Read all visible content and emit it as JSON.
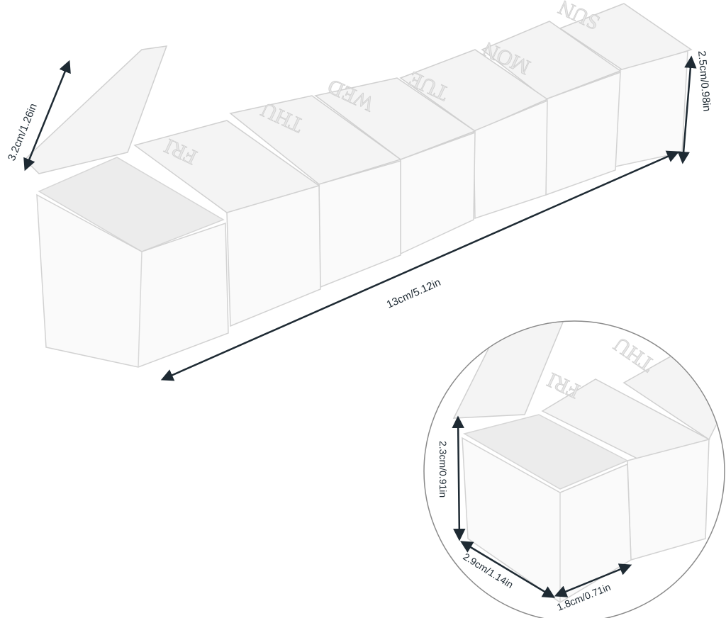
{
  "product": {
    "day_labels": [
      "FRI",
      "THU",
      "WED",
      "TUE",
      "MON",
      "SUN"
    ]
  },
  "dimensions": {
    "lid_height": "3.2cm/1.26in",
    "box_height": "2.5cm/0.98in",
    "total_length": "13cm/5.12in"
  },
  "detail_view": {
    "compartment_height": "2.3cm/0.91in",
    "compartment_length": "2.9cm/1.14in",
    "compartment_width": "1.8cm/0.71in",
    "day_labels": [
      "FRI",
      "THU"
    ]
  },
  "colors": {
    "arrow": "#1e2a33",
    "product": "#fafafa",
    "circle": "#8a8a8a"
  }
}
